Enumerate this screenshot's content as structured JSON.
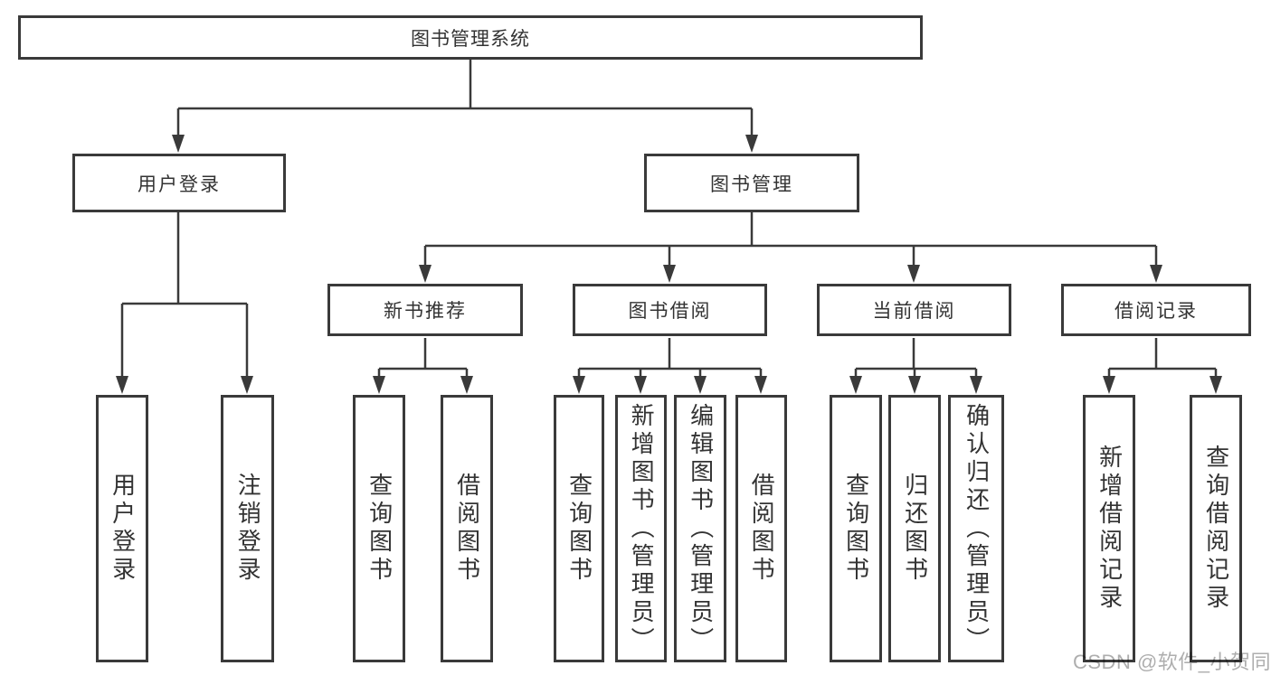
{
  "diagram": {
    "root": {
      "label": "图书管理系统"
    },
    "branches": [
      {
        "label": "用户登录",
        "children": [
          {
            "label": "用户登录"
          },
          {
            "label": "注销登录"
          }
        ]
      },
      {
        "label": "图书管理",
        "children": [
          {
            "label": "新书推荐",
            "children": [
              {
                "label": "查询图书"
              },
              {
                "label": "借阅图书"
              }
            ]
          },
          {
            "label": "图书借阅",
            "children": [
              {
                "label": "查询图书"
              },
              {
                "label": "新增图书（管理员）"
              },
              {
                "label": "编辑图书（管理员）"
              },
              {
                "label": "借阅图书"
              }
            ]
          },
          {
            "label": "当前借阅",
            "children": [
              {
                "label": "查询图书"
              },
              {
                "label": "归还图书"
              },
              {
                "label": "确认归还（管理员）"
              }
            ]
          },
          {
            "label": "借阅记录",
            "children": [
              {
                "label": "新增借阅记录"
              },
              {
                "label": "查询借阅记录"
              }
            ]
          }
        ]
      }
    ]
  },
  "watermark": {
    "text": "CSDN @软件_小贺同学",
    "color": "#aeaeae"
  },
  "colors": {
    "line": "#3a3a3a",
    "text": "#333333",
    "background": "#ffffff"
  }
}
